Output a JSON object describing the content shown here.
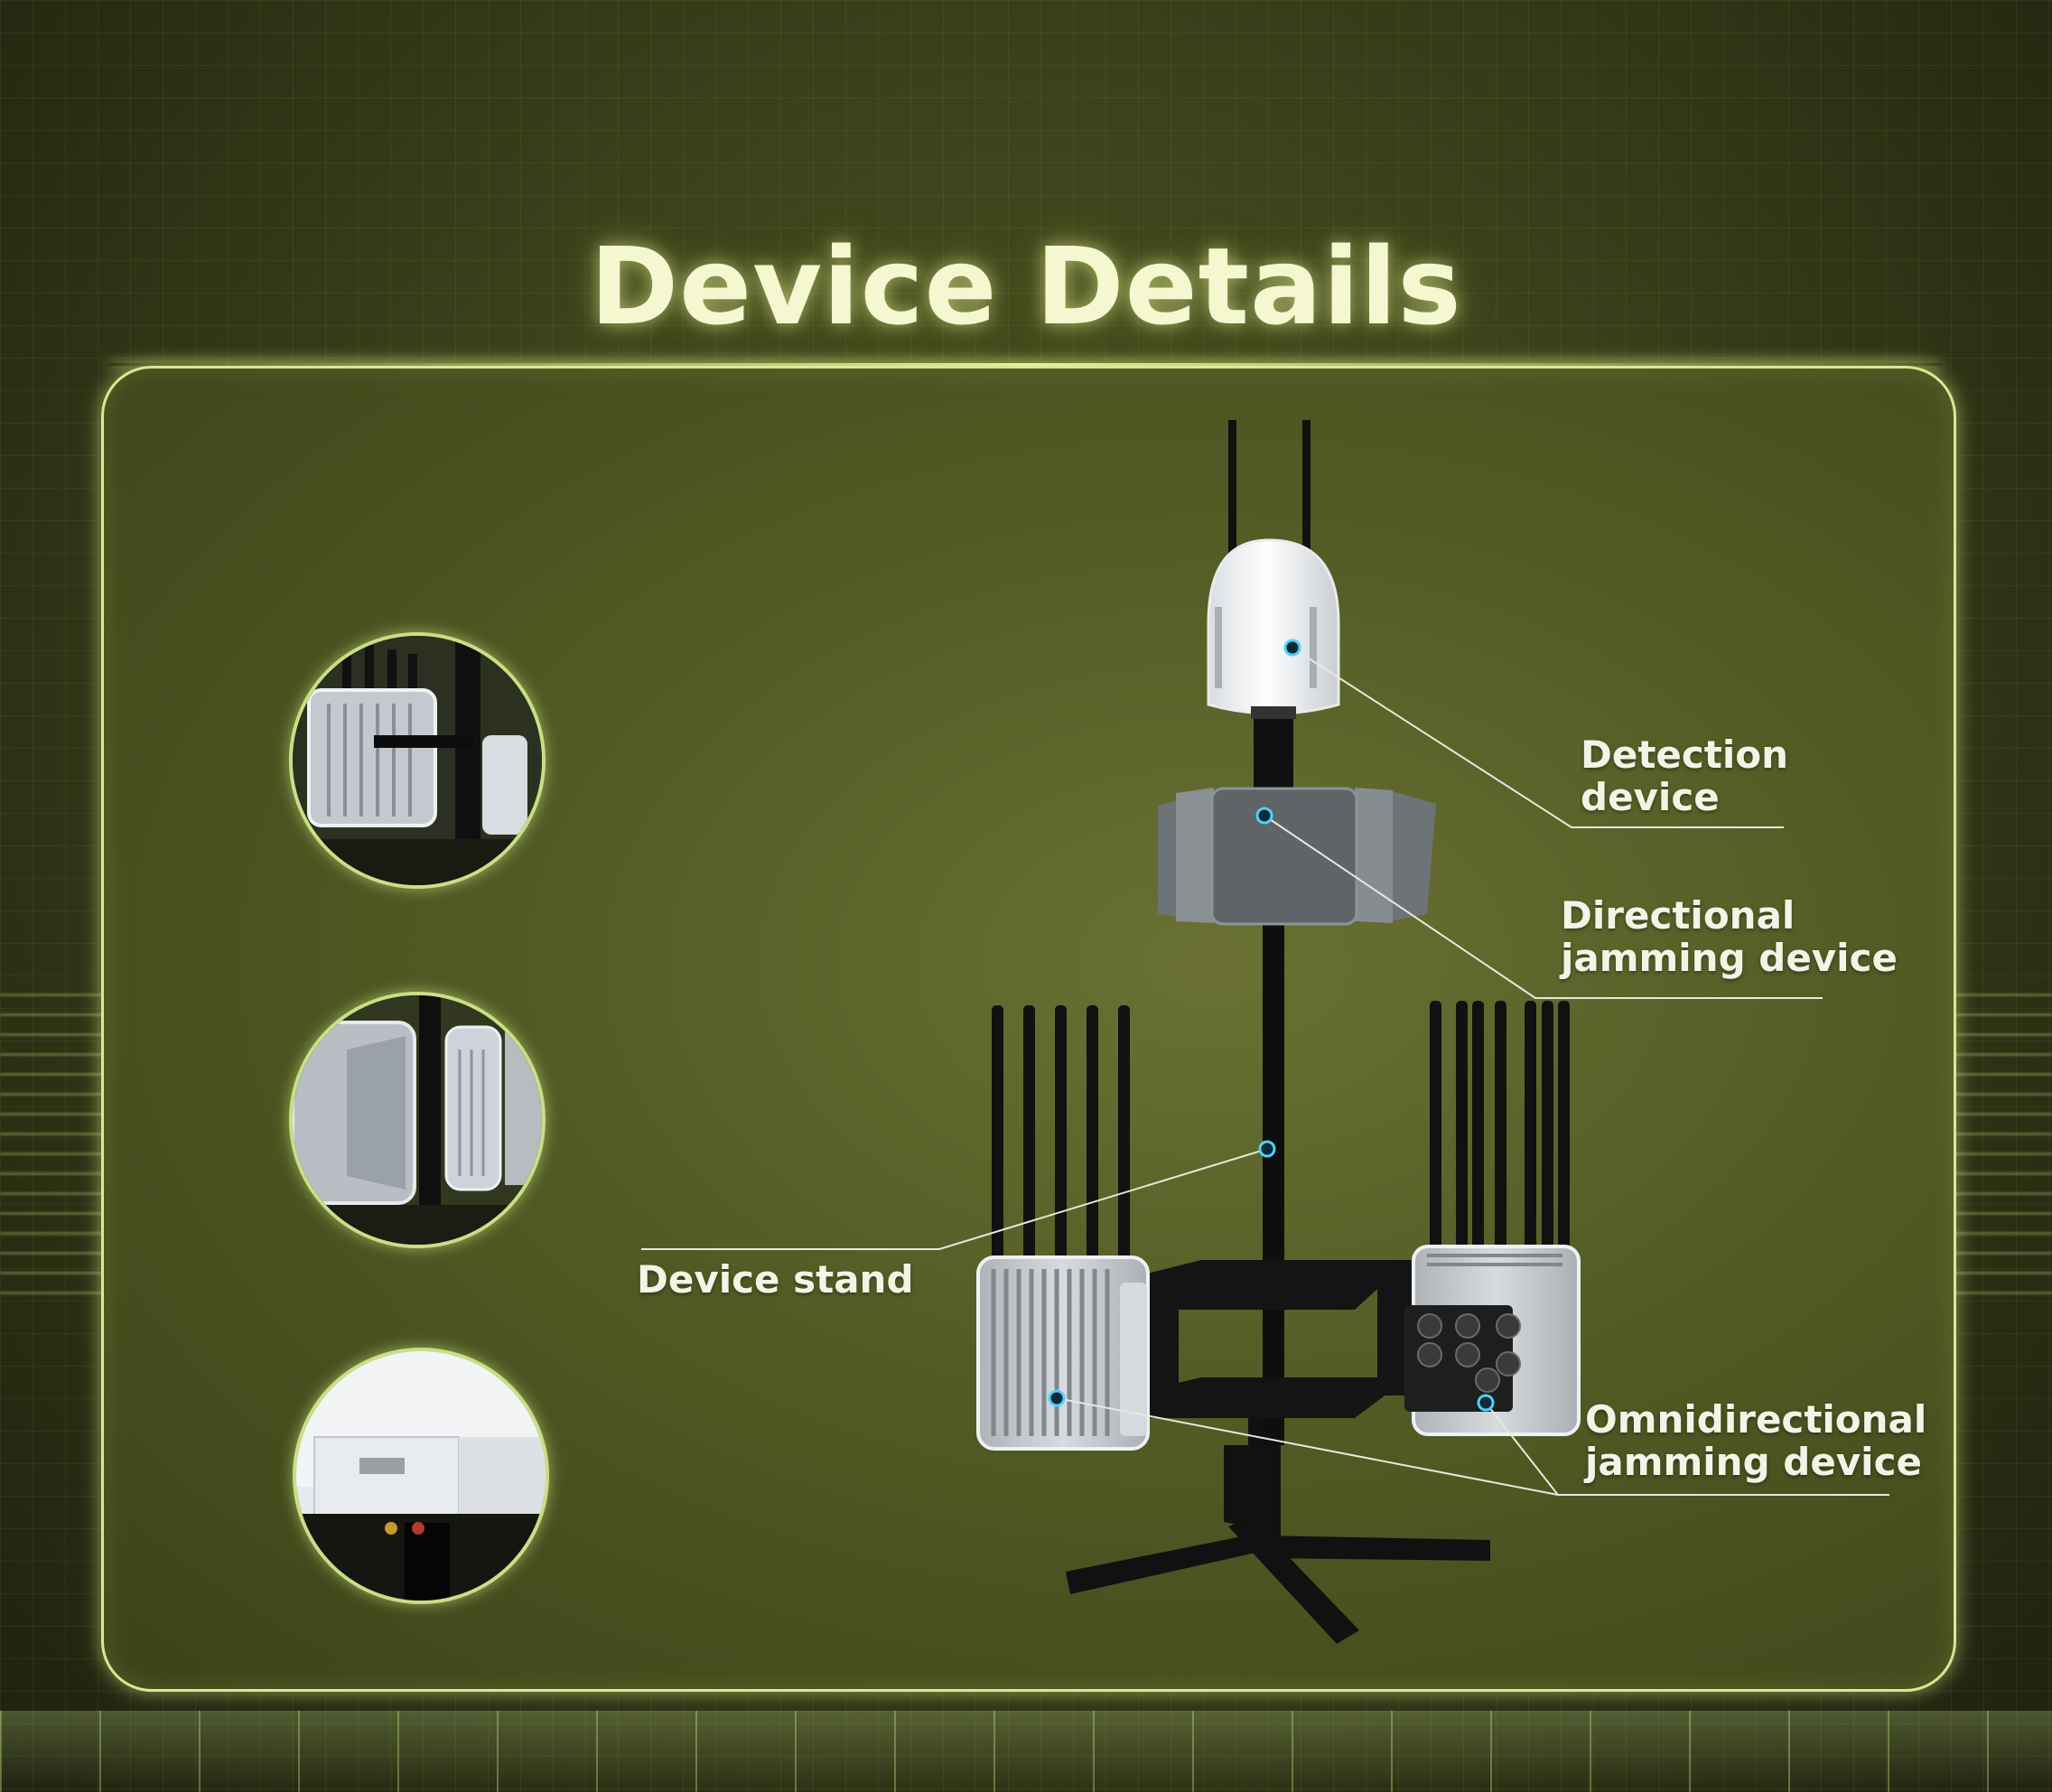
{
  "title": "Device Details",
  "labels": {
    "detection_device": [
      "Detection",
      "device"
    ],
    "directional_jamming_device": [
      "Directional",
      "jamming device"
    ],
    "device_stand": [
      "Device stand"
    ],
    "omnidirectional_jamming_device": [
      "Omnidirectional",
      "jamming device"
    ]
  },
  "colors": {
    "accent": "#d6ea92",
    "title_text": "#f4f7cf",
    "label_text": "#f2f4e6",
    "marker": "#4fd0ff"
  }
}
